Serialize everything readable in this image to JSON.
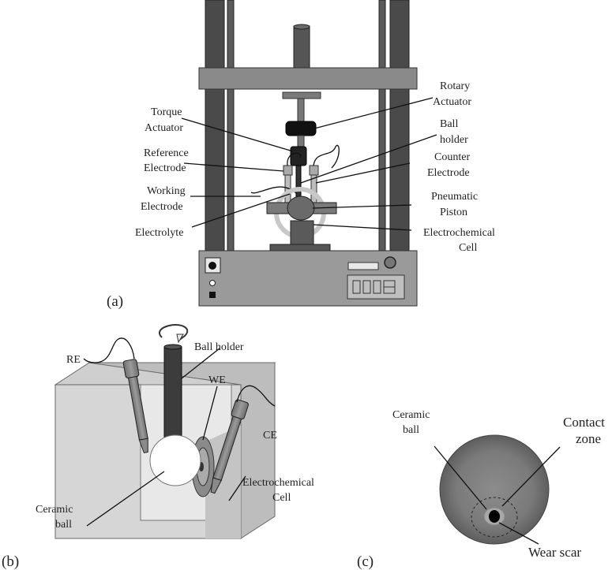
{
  "panel_a": {
    "panel_label": "(a)",
    "labels": {
      "rotary_1": "Rotary",
      "rotary_2": "Actuator",
      "torque_1": "Torque",
      "torque_2": "Actuator",
      "ball_1": "Ball",
      "ball_2": "holder",
      "reference_1": "Reference",
      "reference_2": "Electrode",
      "counter_1": "Counter",
      "counter_2": "Electrode",
      "working_1": "Working",
      "working_2": "Electrode",
      "pneumatic_1": "Pneumatic",
      "pneumatic_2": "Piston",
      "electrolyte": "Electrolyte",
      "cell_1": "Electrochemical",
      "cell_2": "Cell"
    }
  },
  "panel_b": {
    "panel_label": "(b)",
    "labels": {
      "re": "RE",
      "ball_holder": "Ball holder",
      "we": "WE",
      "ce": "CE",
      "cell_1": "Electrochemical",
      "cell_2": "Cell",
      "ceramic_1": "Ceramic",
      "ceramic_2": "ball"
    }
  },
  "panel_c": {
    "panel_label": "(c)",
    "labels": {
      "ceramic_1": "Ceramic",
      "ceramic_2": "ball",
      "contact_1": "Contact",
      "contact_2": "zone",
      "wear_scar": "Wear scar"
    }
  },
  "colors": {
    "dark_frame": "#4a4a4a",
    "mid_gray": "#8a8a8a",
    "base_gray": "#9a9a9a",
    "black": "#111111"
  }
}
